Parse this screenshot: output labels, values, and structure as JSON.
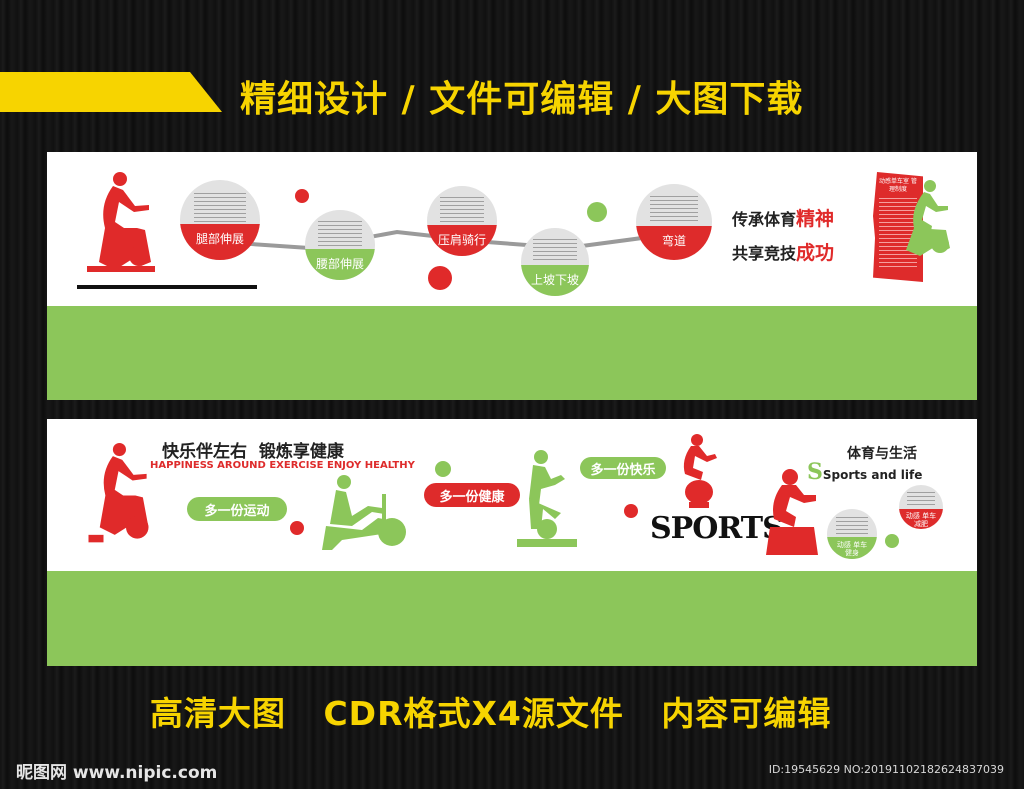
{
  "header": {
    "title": "精细设计 / 文件可编辑 / 大图下载"
  },
  "panel1": {
    "circles": [
      {
        "label": "腿部伸展"
      },
      {
        "label": "腰部伸展"
      },
      {
        "label": "压肩骑行"
      },
      {
        "label": "上坡下坡"
      },
      {
        "label": "弯道"
      }
    ],
    "slogan_line1": {
      "text": "传承体育",
      "highlight": "精神"
    },
    "slogan_line2": {
      "text": "共享竞技",
      "highlight": "成功"
    },
    "sign_board_title": "动感单车室 管理制度"
  },
  "panel2": {
    "slogan_cn": "快乐伴左右  锻炼享健康",
    "slogan_en": "HAPPINESS AROUND EXERCISE ENJOY HEALTHY",
    "pills": [
      {
        "label": "多一份运动"
      },
      {
        "label": "多一份健康"
      },
      {
        "label": "多一份快乐"
      }
    ],
    "sports_word": "SPORTS",
    "life_title": "体育与生活",
    "life_subtitle": "Sports and life",
    "life_circles": [
      {
        "label": "动感 单车健身"
      },
      {
        "label": "动感 单车减肥"
      }
    ]
  },
  "footer": {
    "title": "高清大图   CDR格式X4源文件   内容可编辑"
  },
  "watermark": {
    "logo": "昵图网 www.nipic.com",
    "image_id": "ID:19545629 NO:20191102182624837039"
  },
  "colors": {
    "accent_yellow": "#f7d400",
    "brand_red": "#de2b2b",
    "brand_green": "#8cc65a"
  }
}
